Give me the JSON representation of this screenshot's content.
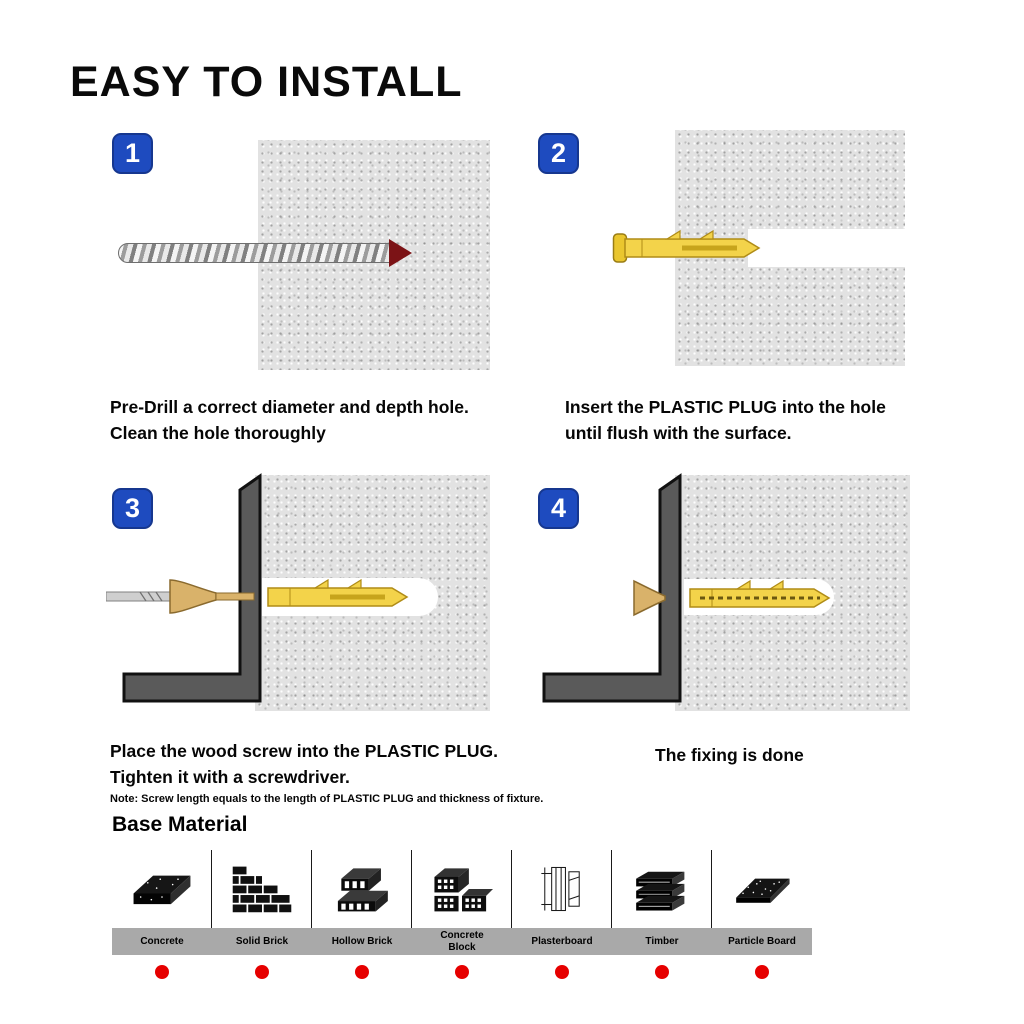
{
  "title": "EASY TO INSTALL",
  "steps": [
    {
      "number": "1",
      "line1": "Pre-Drill a correct diameter and depth hole.",
      "line2": "Clean the hole thoroughly"
    },
    {
      "number": "2",
      "line1": "Insert the PLASTIC PLUG into the hole",
      "line2": "until flush with the surface."
    },
    {
      "number": "3",
      "line1": "Place the wood screw into the PLASTIC PLUG.",
      "line2": "Tighten it with a screwdriver.",
      "note": "Note: Screw length equals to the length of PLASTIC PLUG and thickness of fixture."
    },
    {
      "number": "4",
      "line1": "The fixing is done"
    }
  ],
  "base_material": {
    "heading": "Base Material",
    "items": [
      {
        "label": "Concrete",
        "icon": "concrete-icon"
      },
      {
        "label": "Solid Brick",
        "icon": "solid-brick-icon"
      },
      {
        "label": "Hollow Brick",
        "icon": "hollow-brick-icon"
      },
      {
        "label": "Concrete Block",
        "icon": "concrete-block-icon"
      },
      {
        "label": "Plasterboard",
        "icon": "plasterboard-icon"
      },
      {
        "label": "Timber",
        "icon": "timber-icon"
      },
      {
        "label": "Particle Board",
        "icon": "particle-board-icon"
      }
    ]
  },
  "colors": {
    "step_badge_blue": "#1e4bbf",
    "plug_yellow": "#f3d34a",
    "indicator_red": "#e60000",
    "concrete_gray": "#e2e2e2",
    "fixture_gray": "#5a5a5a",
    "label_band_gray": "#a9a9a9",
    "drill_tip_red": "#7c1316",
    "screw_brass": "#d9b26a"
  }
}
